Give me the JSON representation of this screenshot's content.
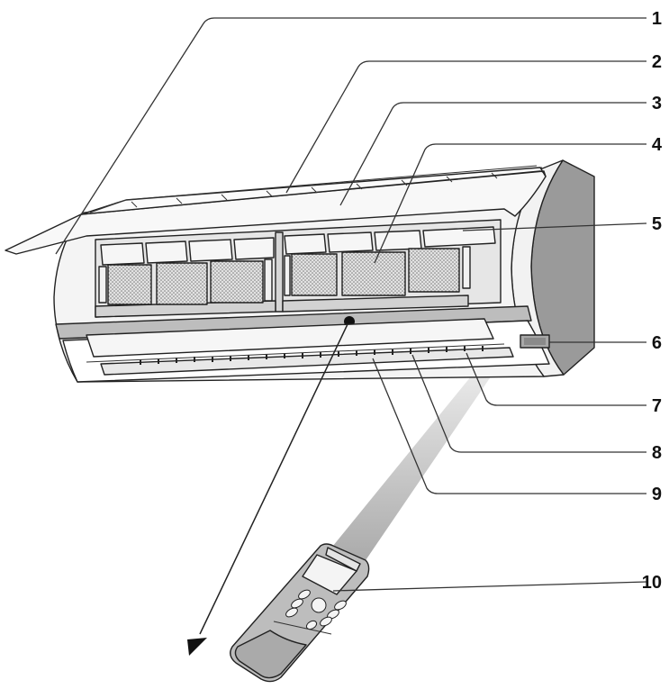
{
  "callouts": [
    {
      "id": 1,
      "label": "1"
    },
    {
      "id": 2,
      "label": "2"
    },
    {
      "id": 3,
      "label": "3"
    },
    {
      "id": 4,
      "label": "4"
    },
    {
      "id": 5,
      "label": "5"
    },
    {
      "id": 6,
      "label": "6"
    },
    {
      "id": 7,
      "label": "7"
    },
    {
      "id": 8,
      "label": "8"
    },
    {
      "id": 9,
      "label": "9"
    },
    {
      "id": 10,
      "label": "10"
    }
  ],
  "colors": {
    "outline": "#222222",
    "body": "#f4f4f4",
    "side_panel": "#9a9a9a",
    "filter_mesh": "#bdbdbd",
    "beam": "#cfcfcf",
    "remote_body": "#cfcfcf",
    "text": "#111111"
  },
  "icons": {
    "air_direction": "airflow-arrow-icon",
    "remote_signal": "infrared-beam"
  }
}
